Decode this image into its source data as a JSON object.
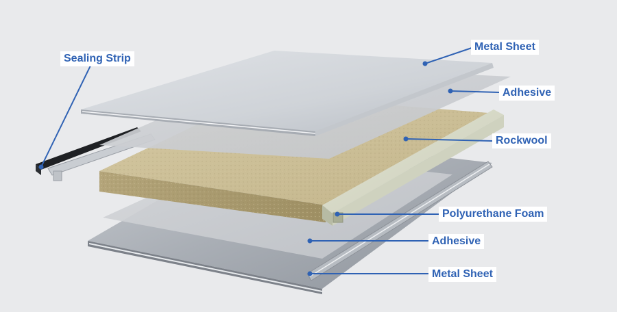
{
  "labels": {
    "sealing_strip": "Sealing Strip",
    "top_metal_sheet": "Metal Sheet",
    "top_adhesive": "Adhesive",
    "rockwool": "Rockwool",
    "polyurethane_foam": "Polyurethane Foam",
    "bottom_adhesive": "Adhesive",
    "bottom_metal_sheet": "Metal Sheet"
  },
  "colors": {
    "label_text": "#2f62b4",
    "leader_line": "#2f62b4",
    "background": "#e9eaec",
    "rockwool": "#b9ab82",
    "metal": "#cfd3d8",
    "foam": "#d9dcc9"
  }
}
